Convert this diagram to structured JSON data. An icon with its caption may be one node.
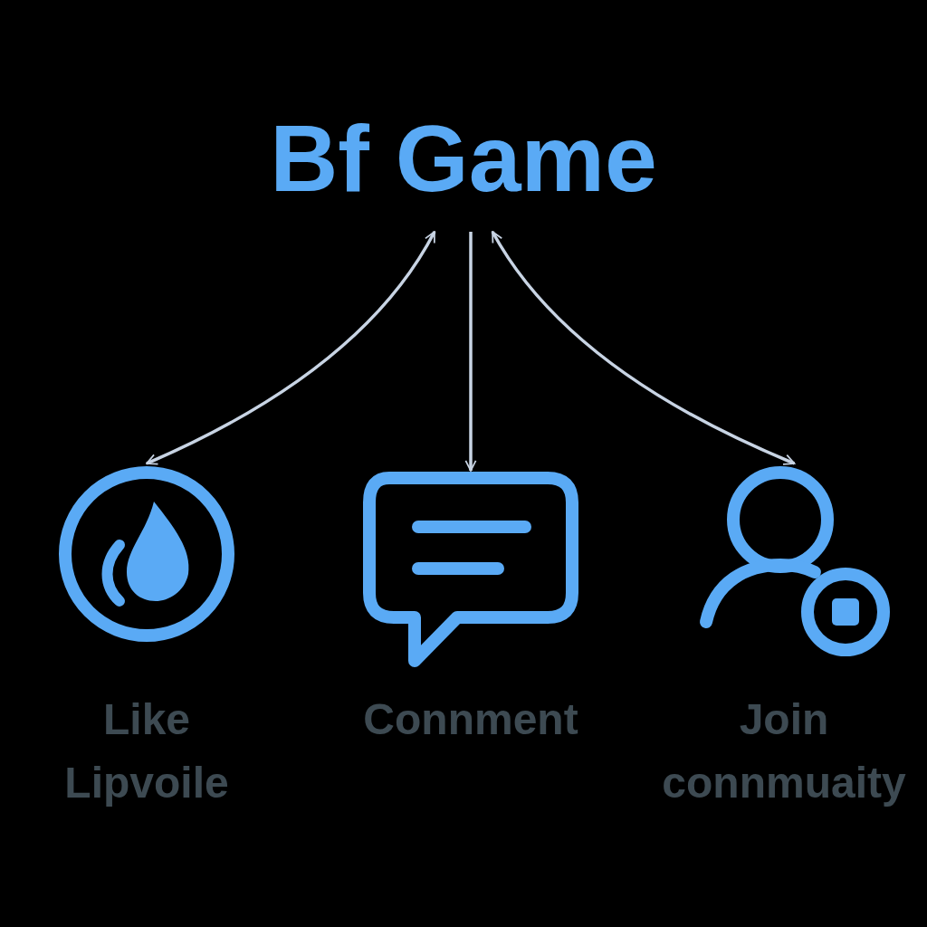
{
  "diagram": {
    "nodes": [
      {
        "text": [
          "Bf Game"
        ]
      },
      {
        "text": [],
        "shape": "picture",
        "beside": [
          "Like Lipvoile"
        ]
      },
      {
        "text": [],
        "shape": "picture",
        "beside": [
          "Connment"
        ]
      },
      {
        "text": [],
        "shape": "picture",
        "beside": [
          "Join connmuaity"
        ]
      }
    ],
    "edges": [
      {
        "from": 0,
        "to": 1,
        "arrow": "both"
      },
      {
        "from": 0,
        "to": 2,
        "arrow": "to"
      },
      {
        "from": 0,
        "to": 3,
        "arrow": "both"
      }
    ]
  }
}
